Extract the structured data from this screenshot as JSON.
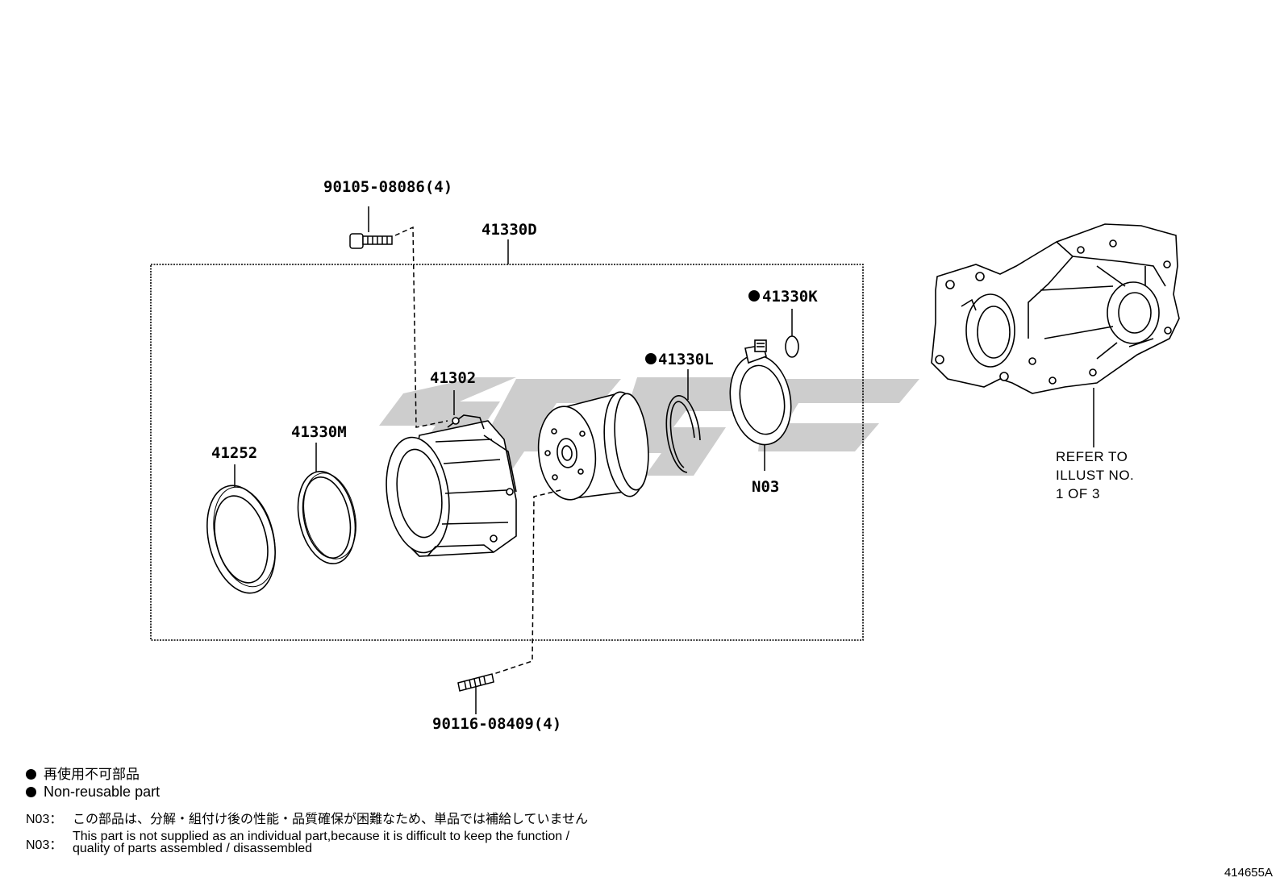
{
  "labels": {
    "bolt_top": "90105-08086(4)",
    "assembly": "41330D",
    "k": "41330K",
    "l": "41330L",
    "housing": "41302",
    "m": "41330M",
    "seal": "41252",
    "n03": "N03",
    "stud_bottom": "90116-08409(4)"
  },
  "refer": {
    "line1": "REFER TO",
    "line2": "ILLUST NO.",
    "line3": "1 OF 3"
  },
  "legend": {
    "nonreusable_ja": "再使用不可部品",
    "nonreusable_en": "Non-reusable part",
    "n03_key_ja": "N03：",
    "n03_ja": "この部品は、分解・組付け後の性能・品質確保が困難なため、単品では補給していません",
    "n03_key_en": "N03：",
    "n03_en_1": "This part is not supplied as an individual part,because it is difficult to keep the function /",
    "n03_en_2": "quality of parts assembled / disassembled"
  },
  "illustration_code": "414655A",
  "colors": {
    "ink": "#000000",
    "watermark": "#c8c8c8"
  }
}
